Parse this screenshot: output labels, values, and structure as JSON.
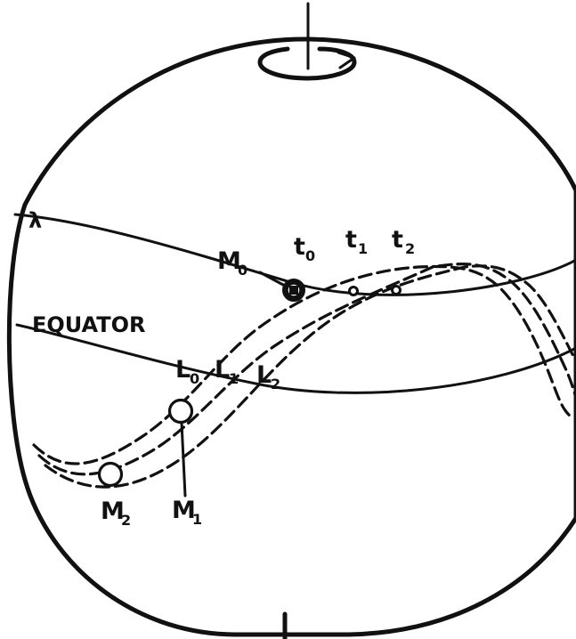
{
  "labels": {
    "equator": "EQUATOR",
    "lambda": "λ",
    "m0": {
      "base": "M",
      "sub": "0"
    },
    "m1": {
      "base": "M",
      "sub": "1"
    },
    "m2": {
      "base": "M",
      "sub": "2"
    },
    "t0": {
      "base": "t",
      "sub": "0"
    },
    "t1": {
      "base": "t",
      "sub": "1"
    },
    "t2": {
      "base": "t",
      "sub": "2"
    },
    "l0": {
      "base": "L",
      "sub": "0"
    },
    "l1": {
      "base": "L",
      "sub": "1"
    },
    "l2": {
      "base": "L",
      "sub": "2"
    }
  },
  "colors": {
    "ink": "#111111",
    "paper": "#ffffff"
  }
}
